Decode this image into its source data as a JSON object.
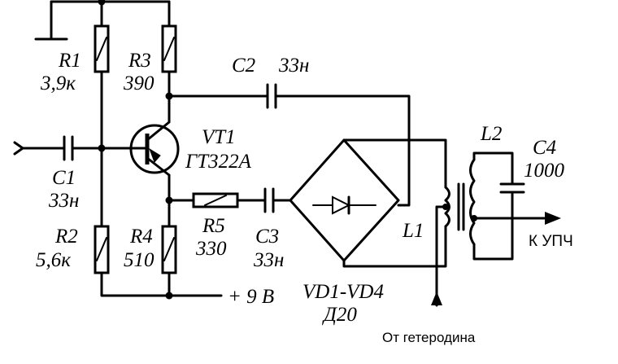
{
  "components": {
    "r1": {
      "ref": "R1",
      "value": "3,9к"
    },
    "r2": {
      "ref": "R2",
      "value": "5,6к"
    },
    "r3": {
      "ref": "R3",
      "value": "390"
    },
    "r4": {
      "ref": "R4",
      "value": "510"
    },
    "r5": {
      "ref": "R5",
      "value": "330"
    },
    "c1": {
      "ref": "C1",
      "value": "33н"
    },
    "c2": {
      "ref": "C2",
      "value": "33н"
    },
    "c3": {
      "ref": "C3",
      "value": "33н"
    },
    "c4": {
      "ref": "C4",
      "value": "1000"
    },
    "vt1": {
      "ref": "VT1",
      "value": "ГТ322А"
    },
    "vd": {
      "ref": "VD1-VD4",
      "value": "Д20"
    },
    "l1": {
      "ref": "L1"
    },
    "l2": {
      "ref": "L2"
    }
  },
  "terminals": {
    "supply": "+ 9 В",
    "output": "К УПЧ",
    "heterodyne": "От гетеродина"
  },
  "icons": [
    "ground-icon",
    "input-arrow-icon",
    "output-arrow-icon",
    "heterodyne-arrow-icon"
  ]
}
